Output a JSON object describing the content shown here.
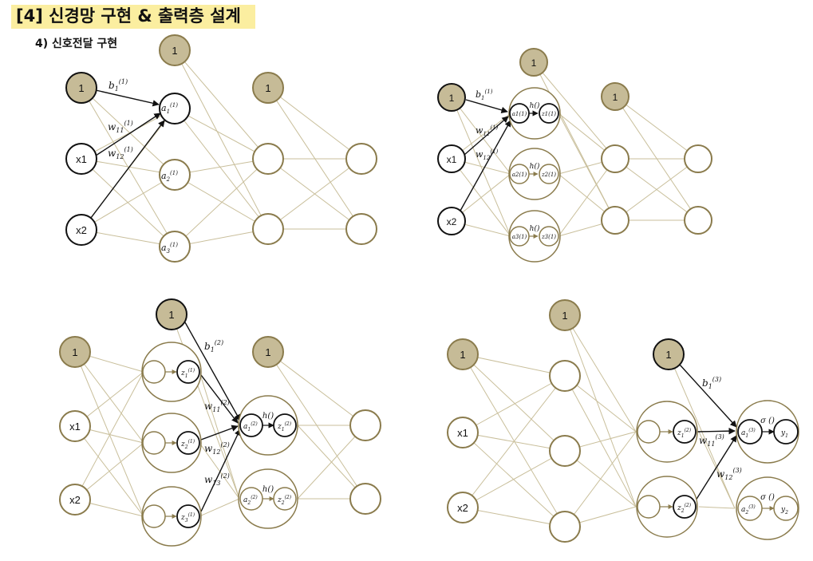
{
  "header": {
    "title": "[4] 신경망 구현 & 출력층 설계",
    "subtitle": "4) 신호전달 구현"
  },
  "colors": {
    "bias_fill": "#c6bb97",
    "accent": "#8a7b4c",
    "line": "#c9bf9b",
    "highlight": "#111111"
  },
  "nodes": {
    "bias": "1",
    "x1": "x1",
    "x2": "x2"
  },
  "symbols": {
    "h": "h()",
    "sigma": "σ ()"
  },
  "panel1": {
    "b": "b",
    "b_sub": "1",
    "b_sup": "(1)",
    "w11": "w",
    "w11_sub": "11",
    "w11_sup": "(1)",
    "w12": "w",
    "w12_sub": "12",
    "w12_sup": "(1)",
    "a1": "a",
    "a1_sub": "1",
    "a1_sup": "(1)",
    "a2": "a",
    "a2_sub": "2",
    "a2_sup": "(1)",
    "a3": "a",
    "a3_sub": "3",
    "a3_sup": "(1)"
  },
  "panel2": {
    "b_sub": "1",
    "b_sup": "(1)",
    "w11_sub": "11",
    "w11_sup": "(1)",
    "w12_sub": "12",
    "w12_sup": "(1)",
    "a1": "a1(1)",
    "z1": "z1(1)",
    "a2": "a2(1)",
    "z2": "z2(1)",
    "a3": "a3(1)",
    "z3": "z3(1)"
  },
  "panel3": {
    "b_sub": "1",
    "b_sup": "(2)",
    "w11_sub": "11",
    "w11_sup": "(2)",
    "w12_sub": "12",
    "w12_sup": "(2)",
    "w13_sub": "13",
    "w13_sup": "(2)",
    "z1_sub": "1",
    "z1_sup": "(1)",
    "z2_sub": "2",
    "z2_sup": "(1)",
    "z3_sub": "3",
    "z3_sup": "(1)",
    "a1_sub": "1",
    "a1_sup": "(2)",
    "zz1_sub": "1",
    "zz1_sup": "(2)",
    "a2_sub": "2",
    "a2_sup": "(2)",
    "zz2_sub": "2",
    "zz2_sup": "(2)"
  },
  "panel4": {
    "b_sub": "1",
    "b_sup": "(3)",
    "w11_sub": "11",
    "w11_sup": "(3)",
    "w12_sub": "12",
    "w12_sup": "(3)",
    "z1_sub": "1",
    "z1_sup": "(2)",
    "z2_sub": "2",
    "z2_sup": "(2)",
    "a1_sub": "1",
    "a1_sup": "(3)",
    "a2_sub": "2",
    "a2_sup": "(3)",
    "y1_sub": "1",
    "y2_sub": "2"
  }
}
